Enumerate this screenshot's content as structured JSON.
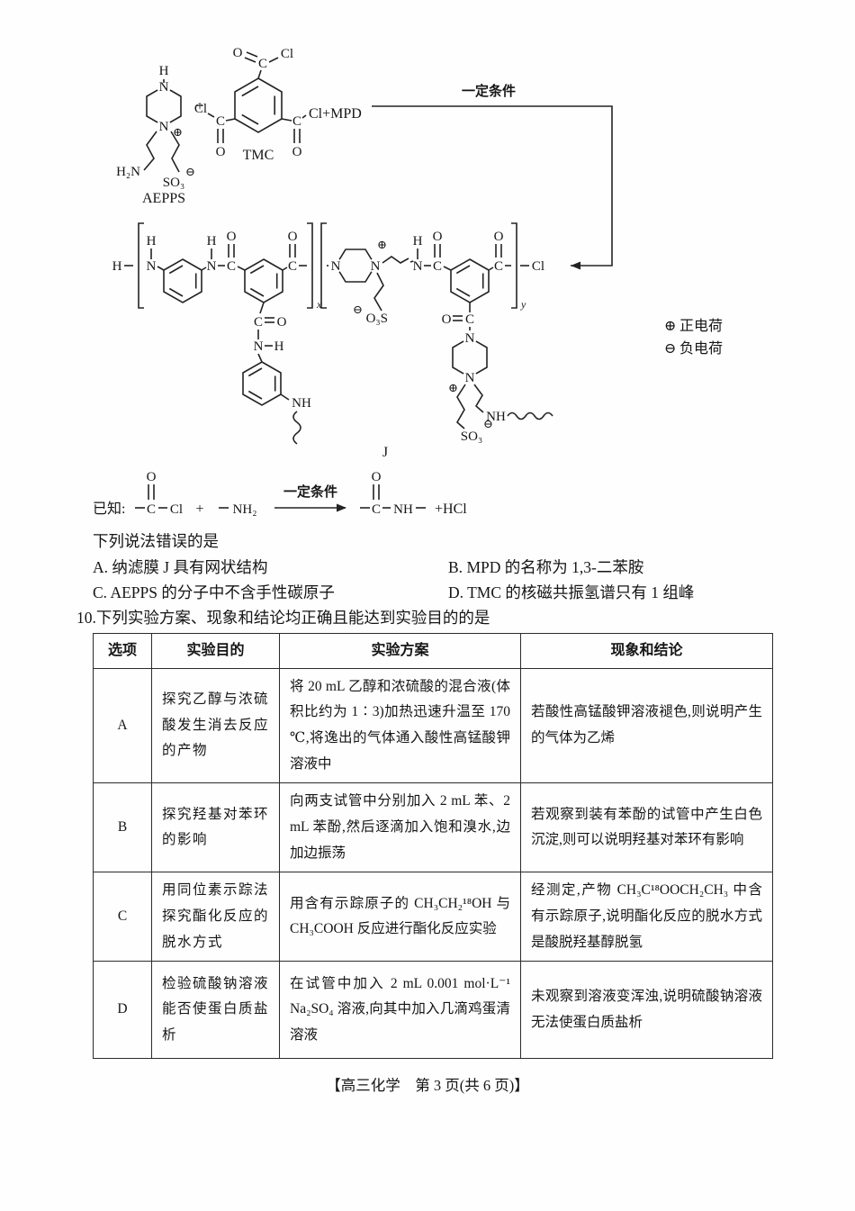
{
  "scheme": {
    "condition": "一定条件",
    "plus": "+",
    "cl_mpd": "Cl+MPD",
    "labels": {
      "aepps": "AEPPS",
      "tmc": "TMC",
      "j": "J"
    },
    "atoms": {
      "H": "H",
      "N": "N",
      "C": "C",
      "O": "O",
      "Cl": "Cl",
      "NH": "NH",
      "NH2": "NH₂",
      "H2N": "H₂N",
      "SO3": "SO₃",
      "O3S": "O₃S"
    },
    "charges": {
      "oplus": "⊕",
      "ominus": "⊖"
    },
    "subscripts": {
      "x": "x",
      "y": "y"
    },
    "legend": {
      "positive": "正电荷",
      "negative": "负电荷"
    }
  },
  "known": {
    "prefix": "已知:",
    "condition": "一定条件",
    "plus": "+",
    "hcl": "+HCl"
  },
  "question9": {
    "stem": "下列说法错误的是",
    "options": [
      {
        "label": "A.",
        "text": "纳滤膜 J 具有网状结构"
      },
      {
        "label": "B.",
        "text": "MPD 的名称为 1,3-二苯胺"
      },
      {
        "label": "C.",
        "text": "AEPPS 的分子中不含手性碳原子"
      },
      {
        "label": "D.",
        "text": "TMC 的核磁共振氢谱只有 1 组峰"
      }
    ]
  },
  "question10": {
    "number": "10.",
    "stem": "下列实验方案、现象和结论均正确且能达到实验目的的是",
    "table": {
      "headers": [
        "选项",
        "实验目的",
        "实验方案",
        "现象和结论"
      ],
      "rows": [
        {
          "option": "A",
          "purpose": "探究乙醇与浓硫酸发生消去反应的产物",
          "plan": "将 20 mL 乙醇和浓硫酸的混合液(体积比约为 1∶3)加热迅速升温至 170 ℃,将逸出的气体通入酸性高锰酸钾溶液中",
          "result": "若酸性高锰酸钾溶液褪色,则说明产生的气体为乙烯"
        },
        {
          "option": "B",
          "purpose": "探究羟基对苯环的影响",
          "plan": "向两支试管中分别加入 2 mL 苯、2 mL 苯酚,然后逐滴加入饱和溴水,边加边振荡",
          "result": "若观察到装有苯酚的试管中产生白色沉淀,则可以说明羟基对苯环有影响"
        },
        {
          "option": "C",
          "purpose": "用同位素示踪法探究酯化反应的脱水方式",
          "plan": "用含有示踪原子的 CH₃CH₂¹⁸OH 与 CH₃COOH 反应进行酯化反应实验",
          "result": "经测定,产物 CH₃C¹⁸OOCH₂CH₃ 中含有示踪原子,说明酯化反应的脱水方式是酸脱羟基醇脱氢"
        },
        {
          "option": "D",
          "purpose": "检验硫酸钠溶液能否使蛋白质盐析",
          "plan": "在试管中加入 2 mL  0.001 mol·L⁻¹ Na₂SO₄ 溶液,向其中加入几滴鸡蛋清溶液",
          "result": "未观察到溶液变浑浊,说明硫酸钠溶液无法使蛋白质盐析"
        }
      ]
    }
  },
  "footer": {
    "text": "【高三化学　第 3 页(共 6 页)】"
  }
}
